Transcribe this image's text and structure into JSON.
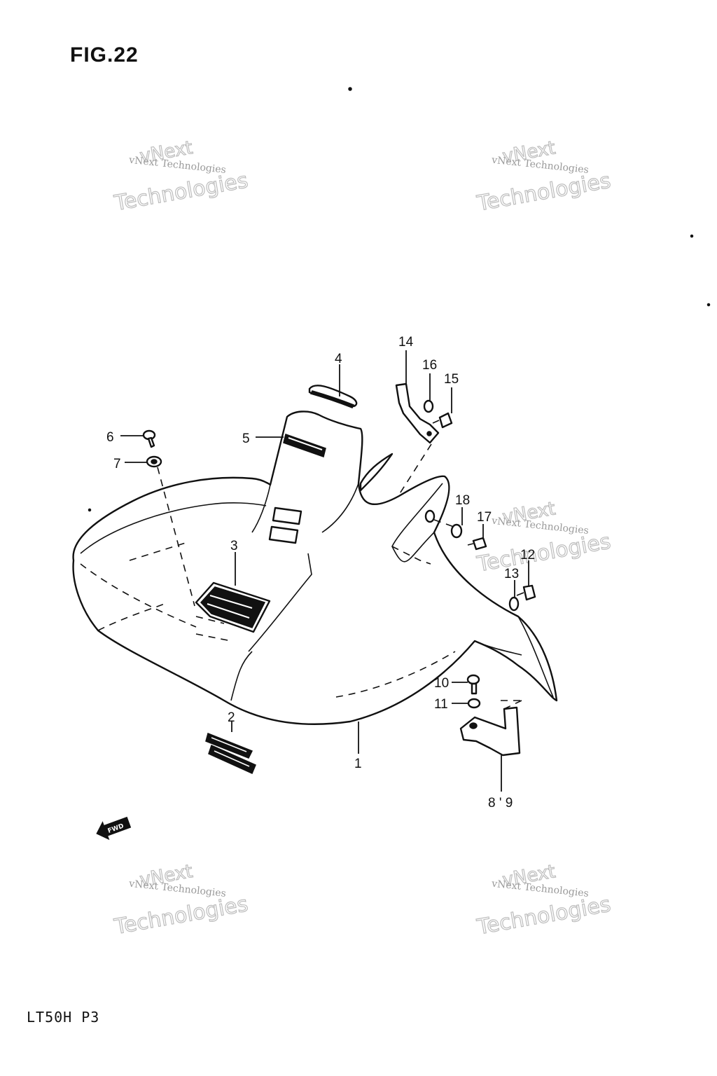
{
  "figure": {
    "title": "FIG.22",
    "model_code": "LT50H P3"
  },
  "watermark": {
    "line1": "vNext Technologies",
    "outline_top": "vNext",
    "outline_bottom": "Technologies"
  },
  "callouts": {
    "c1": "1",
    "c2": "2",
    "c3": "3",
    "c4": "4",
    "c5": "5",
    "c6": "6",
    "c7": "7",
    "c8_9": "8 ' 9",
    "c10": "10",
    "c11": "11",
    "c12": "12",
    "c13": "13",
    "c14": "14",
    "c15": "15",
    "c16": "16",
    "c17": "17",
    "c18": "18"
  },
  "direction_arrow": "FWD"
}
